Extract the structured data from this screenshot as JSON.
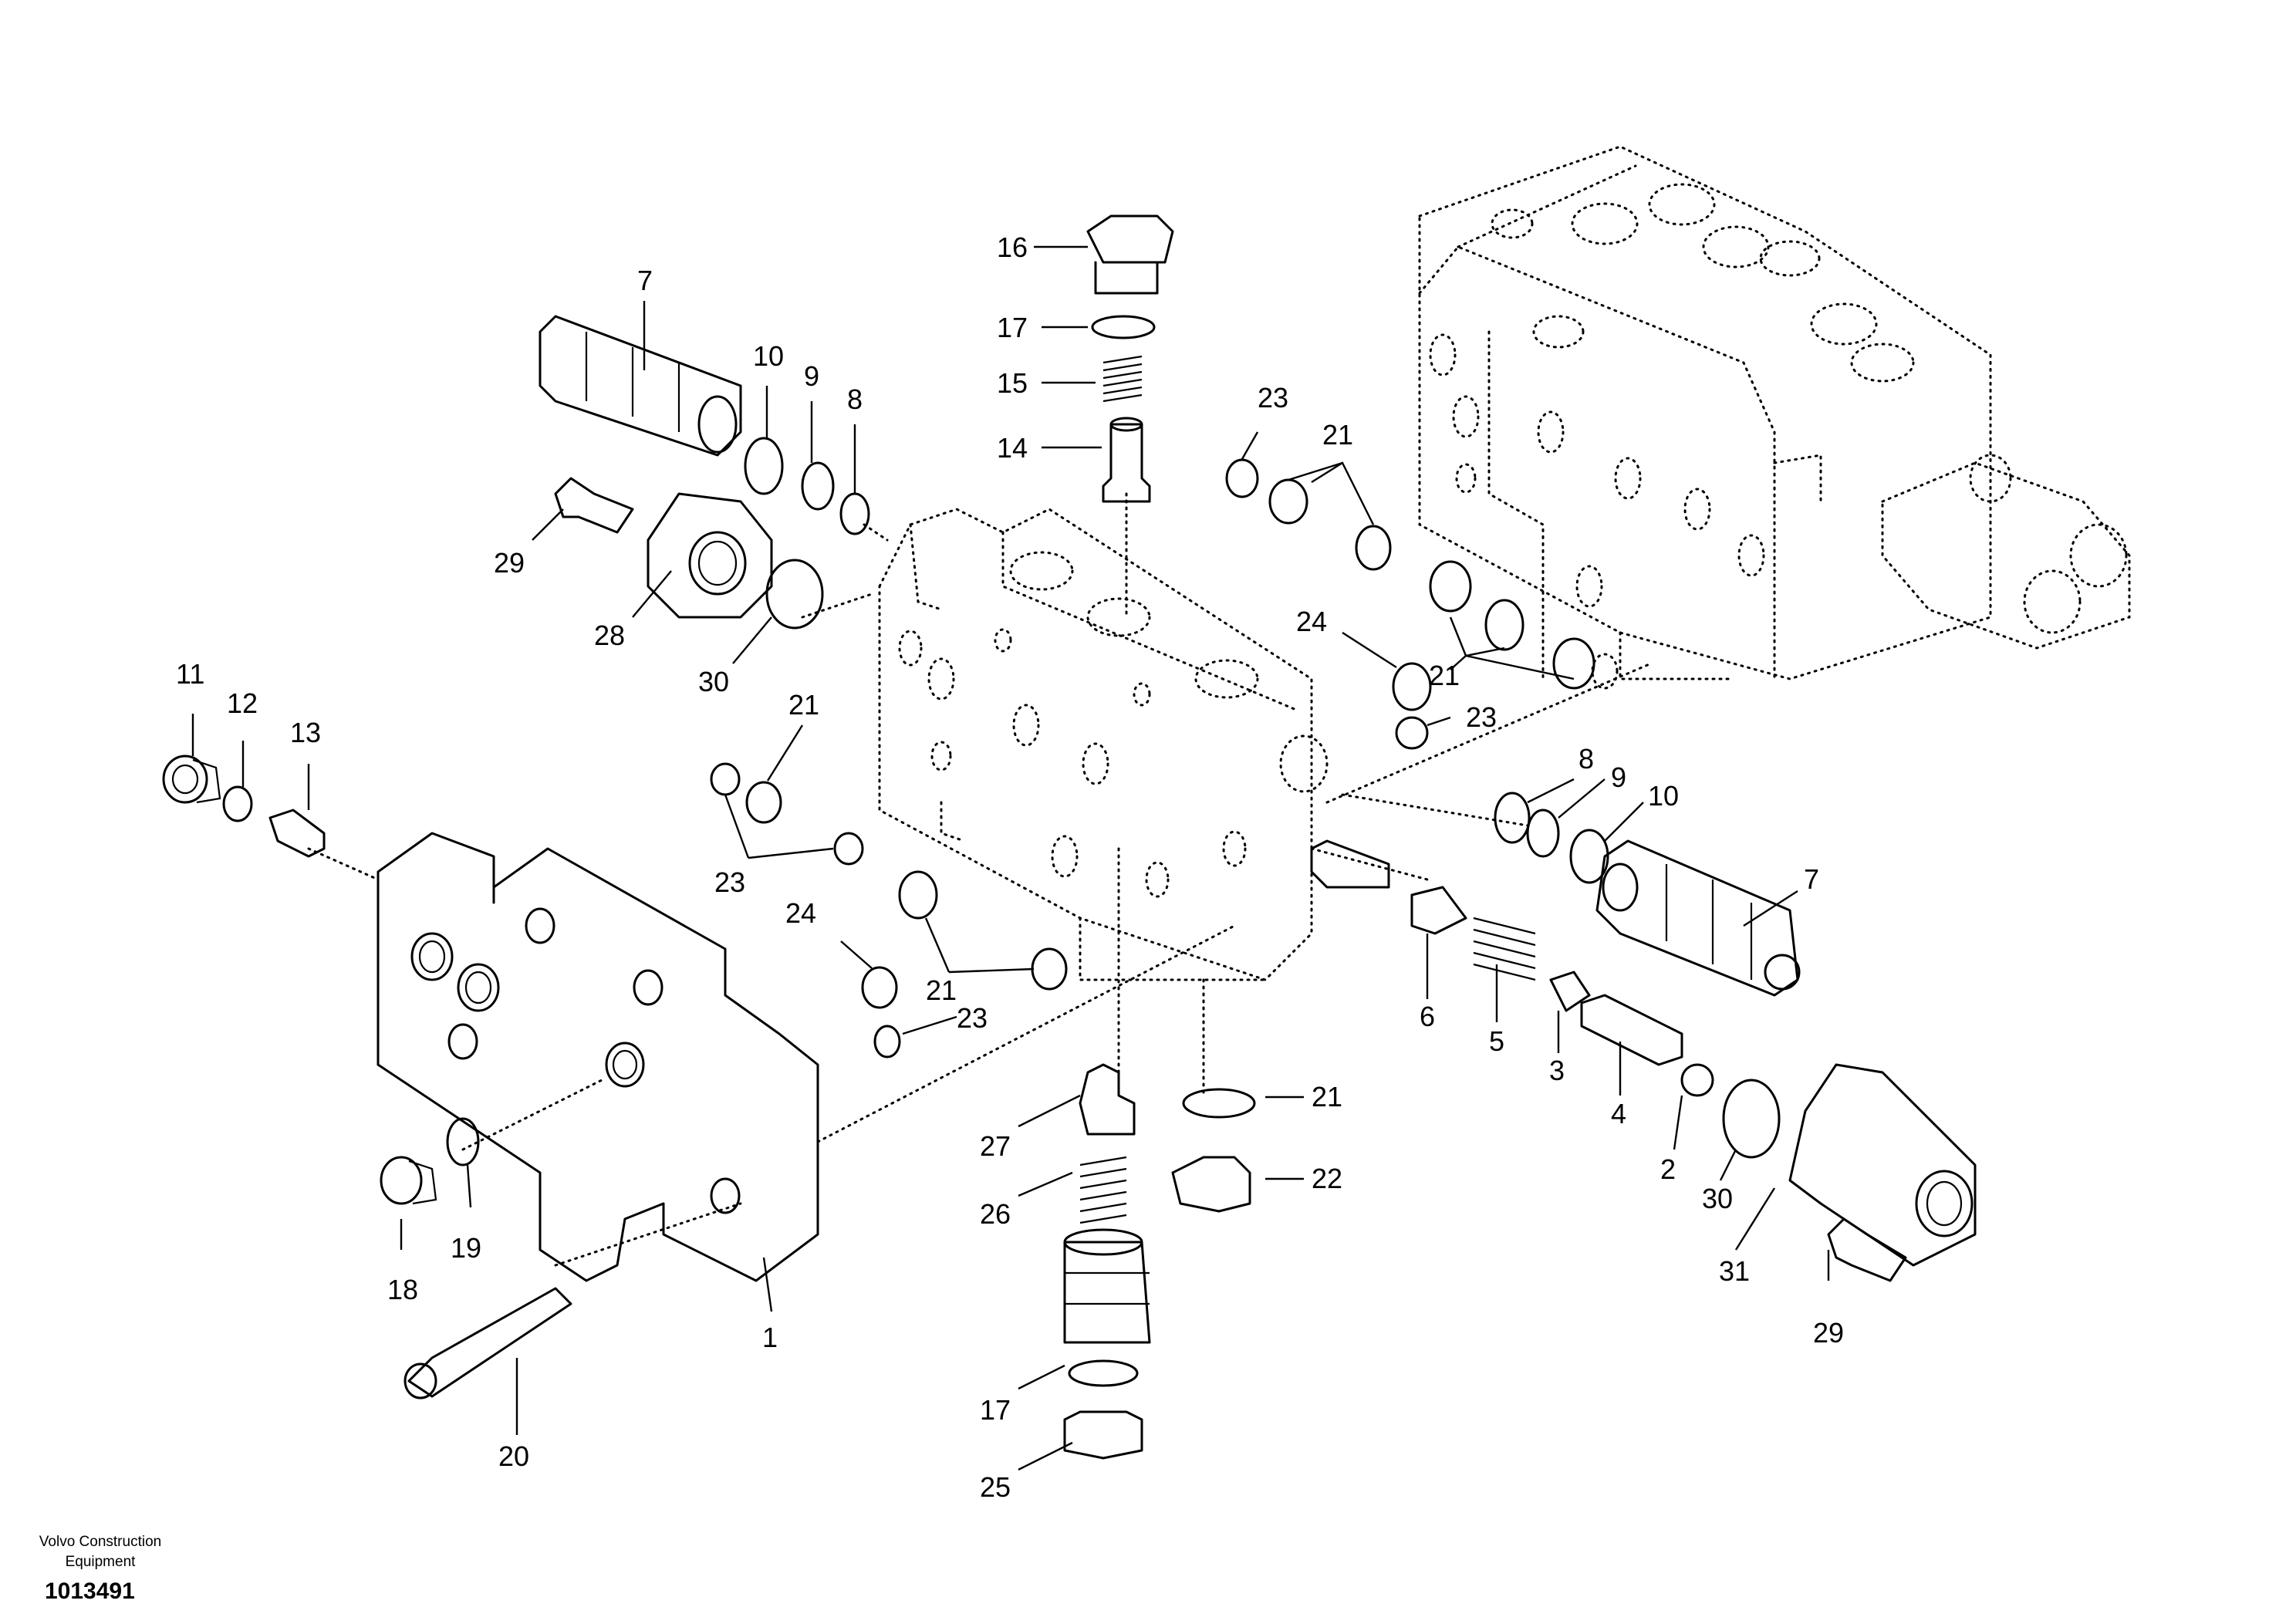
{
  "publisher": {
    "line1": "Volvo Construction",
    "line2": "Equipment"
  },
  "drawing_number": "1013491",
  "callouts": {
    "c1": "1",
    "c2": "2",
    "c3": "3",
    "c4": "4",
    "c5": "5",
    "c6": "6",
    "c7a": "7",
    "c7b": "7",
    "c8a": "8",
    "c8b": "8",
    "c9a": "9",
    "c9b": "9",
    "c10a": "10",
    "c10b": "10",
    "c11": "11",
    "c12": "12",
    "c13": "13",
    "c14": "14",
    "c15": "15",
    "c16": "16",
    "c17a": "17",
    "c17b": "17",
    "c18": "18",
    "c19": "19",
    "c20": "20",
    "c21a": "21",
    "c21b": "21",
    "c21c": "21",
    "c21d": "21",
    "c21e": "21",
    "c22": "22",
    "c23a": "23",
    "c23b": "23",
    "c23c": "23",
    "c23d": "23",
    "c24a": "24",
    "c24b": "24",
    "c25": "25",
    "c26": "26",
    "c27": "27",
    "c28": "28",
    "c29a": "29",
    "c29b": "29",
    "c30a": "30",
    "c30b": "30",
    "c31": "31"
  }
}
